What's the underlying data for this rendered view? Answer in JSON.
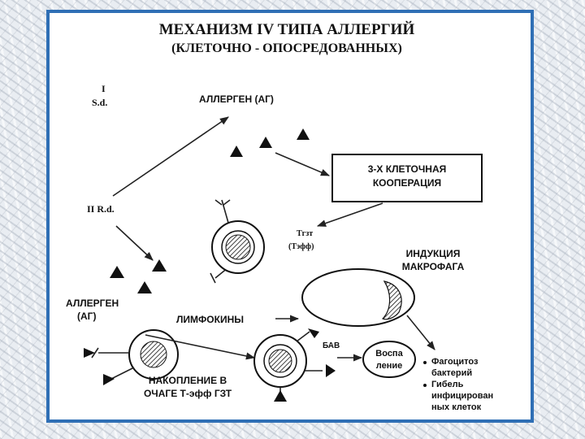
{
  "title": {
    "line1": "МЕХАНИЗМ IV ТИПА АЛЛЕРГИЙ",
    "line2": "(КЛЕТОЧНО - ОПОСРЕДОВАННЫХ)"
  },
  "labels": {
    "stage1_num": "I",
    "stage1_abbr": "S.d.",
    "stage2": "II R.d.",
    "allergen_top": "АЛЛЕРГЕН (АГ)",
    "cooperation_line1": "3-Х КЛЕТОЧНАЯ",
    "cooperation_line2": "КООПЕРАЦИЯ",
    "t_cell_line1": "Тгзт",
    "t_cell_line2": "(Тэфф)",
    "induction_line1": "ИНДУКЦИЯ",
    "induction_line2": "МАКРОФАГА",
    "allergen_left_line1": "АЛЛЕРГЕН",
    "allergen_left_line2": "(АГ)",
    "lymphokines": "ЛИМФОКИНЫ",
    "bav": "БАВ",
    "inflammation_line1": "Воспа",
    "inflammation_line2": "ление",
    "accumulation_line1": "НАКОПЛЕНИЕ В",
    "accumulation_line2": "ОЧАГЕ Т-эфф ГЗТ"
  },
  "outcomes": [
    {
      "line1": "Фагоцитоз",
      "line2": "бактерий"
    },
    {
      "line1": "Гибель",
      "line2": "инфицирован",
      "line3": "ных клеток"
    }
  ],
  "colors": {
    "frame": "#2f6fb5",
    "ink": "#111111"
  }
}
